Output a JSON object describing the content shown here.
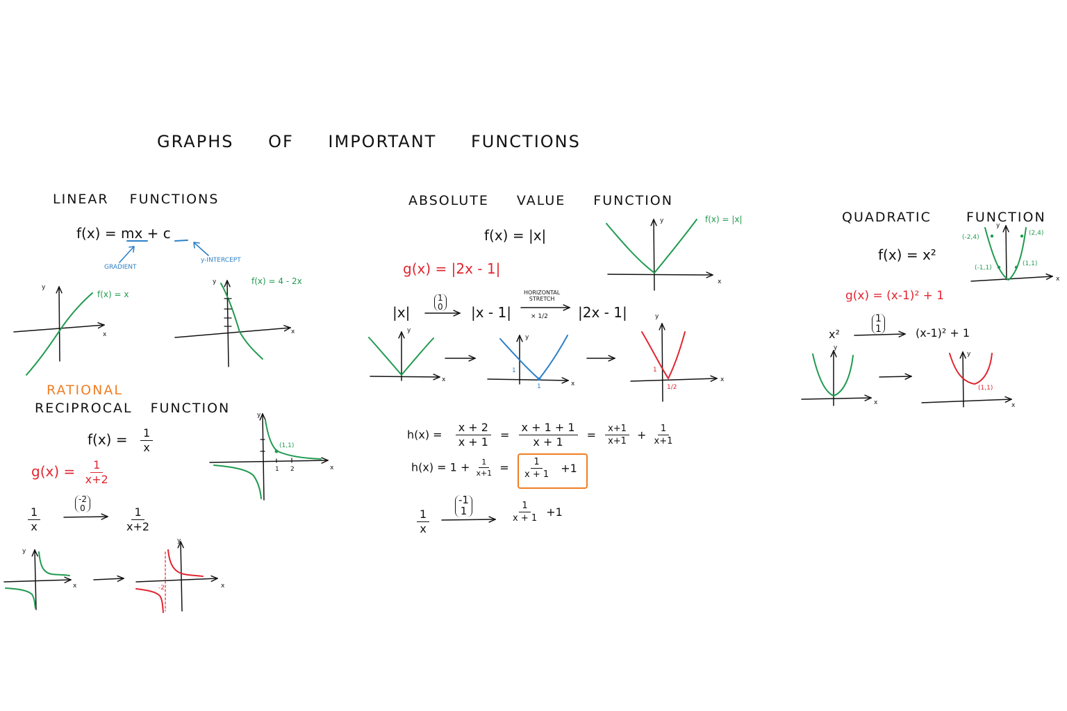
{
  "title": "GRAPHS OF IMPORTANT FUNCTIONS",
  "colors": {
    "ink": "#111111",
    "green": "#1f9a4f",
    "red": "#e0252f",
    "blue": "#2c7fc6",
    "orange": "#f07d22"
  },
  "linear": {
    "heading": "LINEAR FUNCTIONS",
    "formula": "f(x) = mx + c",
    "gradient_label": "GRADIENT",
    "intercept_label": "y-INTERCEPT",
    "graph1_label": "f(x) = x",
    "graph2_label": "f(x) = 4 - 2x",
    "axis_x": "x",
    "axis_y": "y"
  },
  "reciprocal": {
    "rational_label": "RATIONAL",
    "heading": "RECIPROCAL FUNCTION",
    "f_lhs": "f(x) =",
    "f_num": "1",
    "f_den": "x",
    "g_lhs": "g(x) =",
    "g_num": "1",
    "g_den": "x+2",
    "point_label": "(1,1)",
    "tick_1": "1",
    "tick_2": "2",
    "map_from_num": "1",
    "map_from_den": "x",
    "vec_top": "-2",
    "vec_bottom": "0",
    "map_to_num": "1",
    "map_to_den": "x+2",
    "asymptote_label": "-2"
  },
  "absolute": {
    "heading": "ABSOLUTE VALUE FUNCTION",
    "f_eq": "f(x) = |x|",
    "graph_label": "f(x) = |x|",
    "g_eq": "g(x) = |2x - 1|",
    "step1": "|x|",
    "vec_top": "1",
    "vec_bottom": "0",
    "step2": "|x - 1|",
    "stretch_label_1": "HORIZONTAL",
    "stretch_label_2": "STRETCH",
    "stretch_factor": "× 1/2",
    "step3": "|2x - 1|",
    "tick_1": "1",
    "tick_half": "1/2"
  },
  "h_section": {
    "line1_lhs": "h(x) =",
    "f1_num": "x + 2",
    "f1_den": "x + 1",
    "f2_num": "x + 1 + 1",
    "f2_den": "x + 1",
    "f3_num": "x+1",
    "f3_den": "x+1",
    "f4_num": "1",
    "f4_den": "x+1",
    "line2_lhs": "h(x) = 1 +",
    "f5_num": "1",
    "f5_den": "x+1",
    "boxed_num": "1",
    "boxed_den": "x + 1",
    "boxed_tail": "+1",
    "map_from_num": "1",
    "map_from_den": "x",
    "vec_top": "-1",
    "vec_bottom": "1",
    "map_to_num": "1",
    "map_to_den": "x + 1",
    "map_to_tail": "+1"
  },
  "quadratic": {
    "heading": "QUADRATIC FUNCTION",
    "f_eq": "f(x) = x²",
    "g_eq": "g(x) = (x-1)² + 1",
    "map_from": "x²",
    "vec_top": "1",
    "vec_bottom": "1",
    "map_to": "(x-1)² + 1",
    "pt_neg2": "(-2,4)",
    "pt_pos2": "(2,4)",
    "pt_neg1": "(-1,1)",
    "pt_pos1": "(1,1)",
    "vertex_label": "(1,1)"
  }
}
